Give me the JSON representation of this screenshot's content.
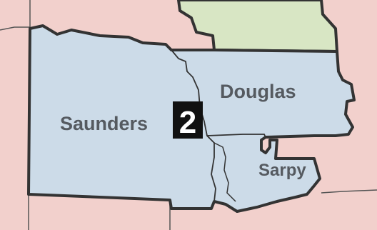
{
  "map": {
    "colors": {
      "background_district": "#f2d0cc",
      "district_2": "#ccdbe8",
      "green_area": "#d8e6c4",
      "boundary": "#333333",
      "label_text": "#555a60",
      "badge_bg": "#111111",
      "badge_text": "#ffffff"
    },
    "counties": [
      {
        "name": "Saunders"
      },
      {
        "name": "Douglas"
      },
      {
        "name": "Sarpy"
      }
    ],
    "district_badge": {
      "number": "2"
    }
  }
}
